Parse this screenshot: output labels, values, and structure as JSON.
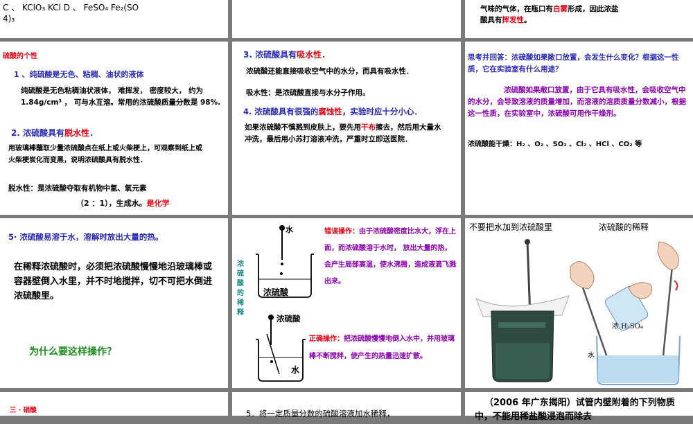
{
  "slide1": {
    "line1": "C 、 KClO₃   KCl        D 、    FeSO₄  Fe₂(SO",
    "line2": "4)₃"
  },
  "slide3": {
    "line1": "气味的气体，在瓶口有",
    "line1_red": "白雾",
    "line1_end": "形成，因此浓盐",
    "line2": "酸具有",
    "line2_red": "挥发性",
    "line2_end": "。"
  },
  "slide4": {
    "title": "硫酸的个性",
    "item1": "1 、纯硫酸是无色、粘稠、油状的液体",
    "body1": "纯硫酸是无色粘稠油状液体，  难挥发，  密度较大，  约为 1.84g/cm³  ，  可与水互溶。常用的浓硫酸质量分数是 98%.",
    "item2_pre": "2. 浓硫酸具有",
    "item2_red": "脱水性",
    "item2_end": "．",
    "body2": "用玻璃棒蘸取少量浓硫酸点在纸上或火柴梗上，可观察到纸上或火柴梗炭化而变黑，说明浓硫酸具有脱水性．",
    "dehyd": "脱水性：是浓硫酸夺取有机物中氢、氧元素",
    "ratio": "（2 ：1），生成水。",
    "ratio_red": "是化学"
  },
  "slide5": {
    "item3_pre": "3. 浓硫酸具有",
    "item3_red": "吸水性",
    "item3_end": "．",
    "body3": "浓硫酸还能直接吸收空气中的水分，而具有吸水性．",
    "absorb": "吸水性：是浓硫酸直接与水分子作用。",
    "item4_pre": "4. 浓硫酸具有很强的",
    "item4_red": "腐蚀性",
    "item4_end": "，实验时应十分小心．",
    "body4_pre": "如果浓硫酸不慎溅到皮肤上，要先用",
    "body4_red": "干布",
    "body4_end": "擦去，然后用大量水冲洗，最后用小苏打溶液冲洗，严重时立即送医院．"
  },
  "slide6": {
    "question": "思考并回答：浓硫酸如果敞口放置，会发生什么变化？根据这一性质，它在实验室有什么用途？",
    "answer": "浓硫酸如果敞口放置，由于它具有吸水性，会吸收空气中的水分，会导致溶液的质量增加，而溶液的溶质质量分数减小，根据这一性质，在实验室中，浓硫酸可用作干燥剂。",
    "dry": "浓硫酸能干燥：H₂ 、O₂ 、SO₂ 、Cl₂ 、HCl 、CO₂ 等"
  },
  "slide7": {
    "item5": "5· 浓硫酸易溶于水，溶解时放出大量的热。",
    "body5": "在稀释浓硫酸时，必须把浓硫酸慢慢地沿玻璃棒或容器壁倒入水里，并不时地搅拌，切不可把水倒进浓硫酸里。",
    "why": "为什么要这样操作？"
  },
  "slide8": {
    "side_label": "浓硫酸的稀释",
    "water1": "水",
    "acid1": "浓硫酸",
    "wrong_label": "错误操作：",
    "wrong_text": "由于浓硫酸密度比水大，浮在上面，而浓硫酸溶于水时，  放出大量的热，会产生局部高温，使水沸腾，造成液滴飞溅出来。",
    "acid2": "浓硫酸",
    "water2": "水",
    "right_label": "正确操作：",
    "right_text": "把浓硫酸慢慢地倒入水中，并用玻璃棒不断搅拌，使产生的热量迅速扩散。"
  },
  "slide9": {
    "caption_left": "不要把水加到浓硫酸里",
    "caption_right": "浓硫酸的稀释",
    "bottle_label": "浓 H₂SO₄",
    "water_label": "水"
  },
  "slide10": {
    "title": "三 · 硝酸"
  },
  "slide11": {
    "text": "5．将一定质量分数的硫酸溶液加水稀释，"
  },
  "slide12": {
    "text": "（2006 年广东揭阳）试管内壁附着的下列物质中，不能用稀盐酸浸泡而除去"
  }
}
